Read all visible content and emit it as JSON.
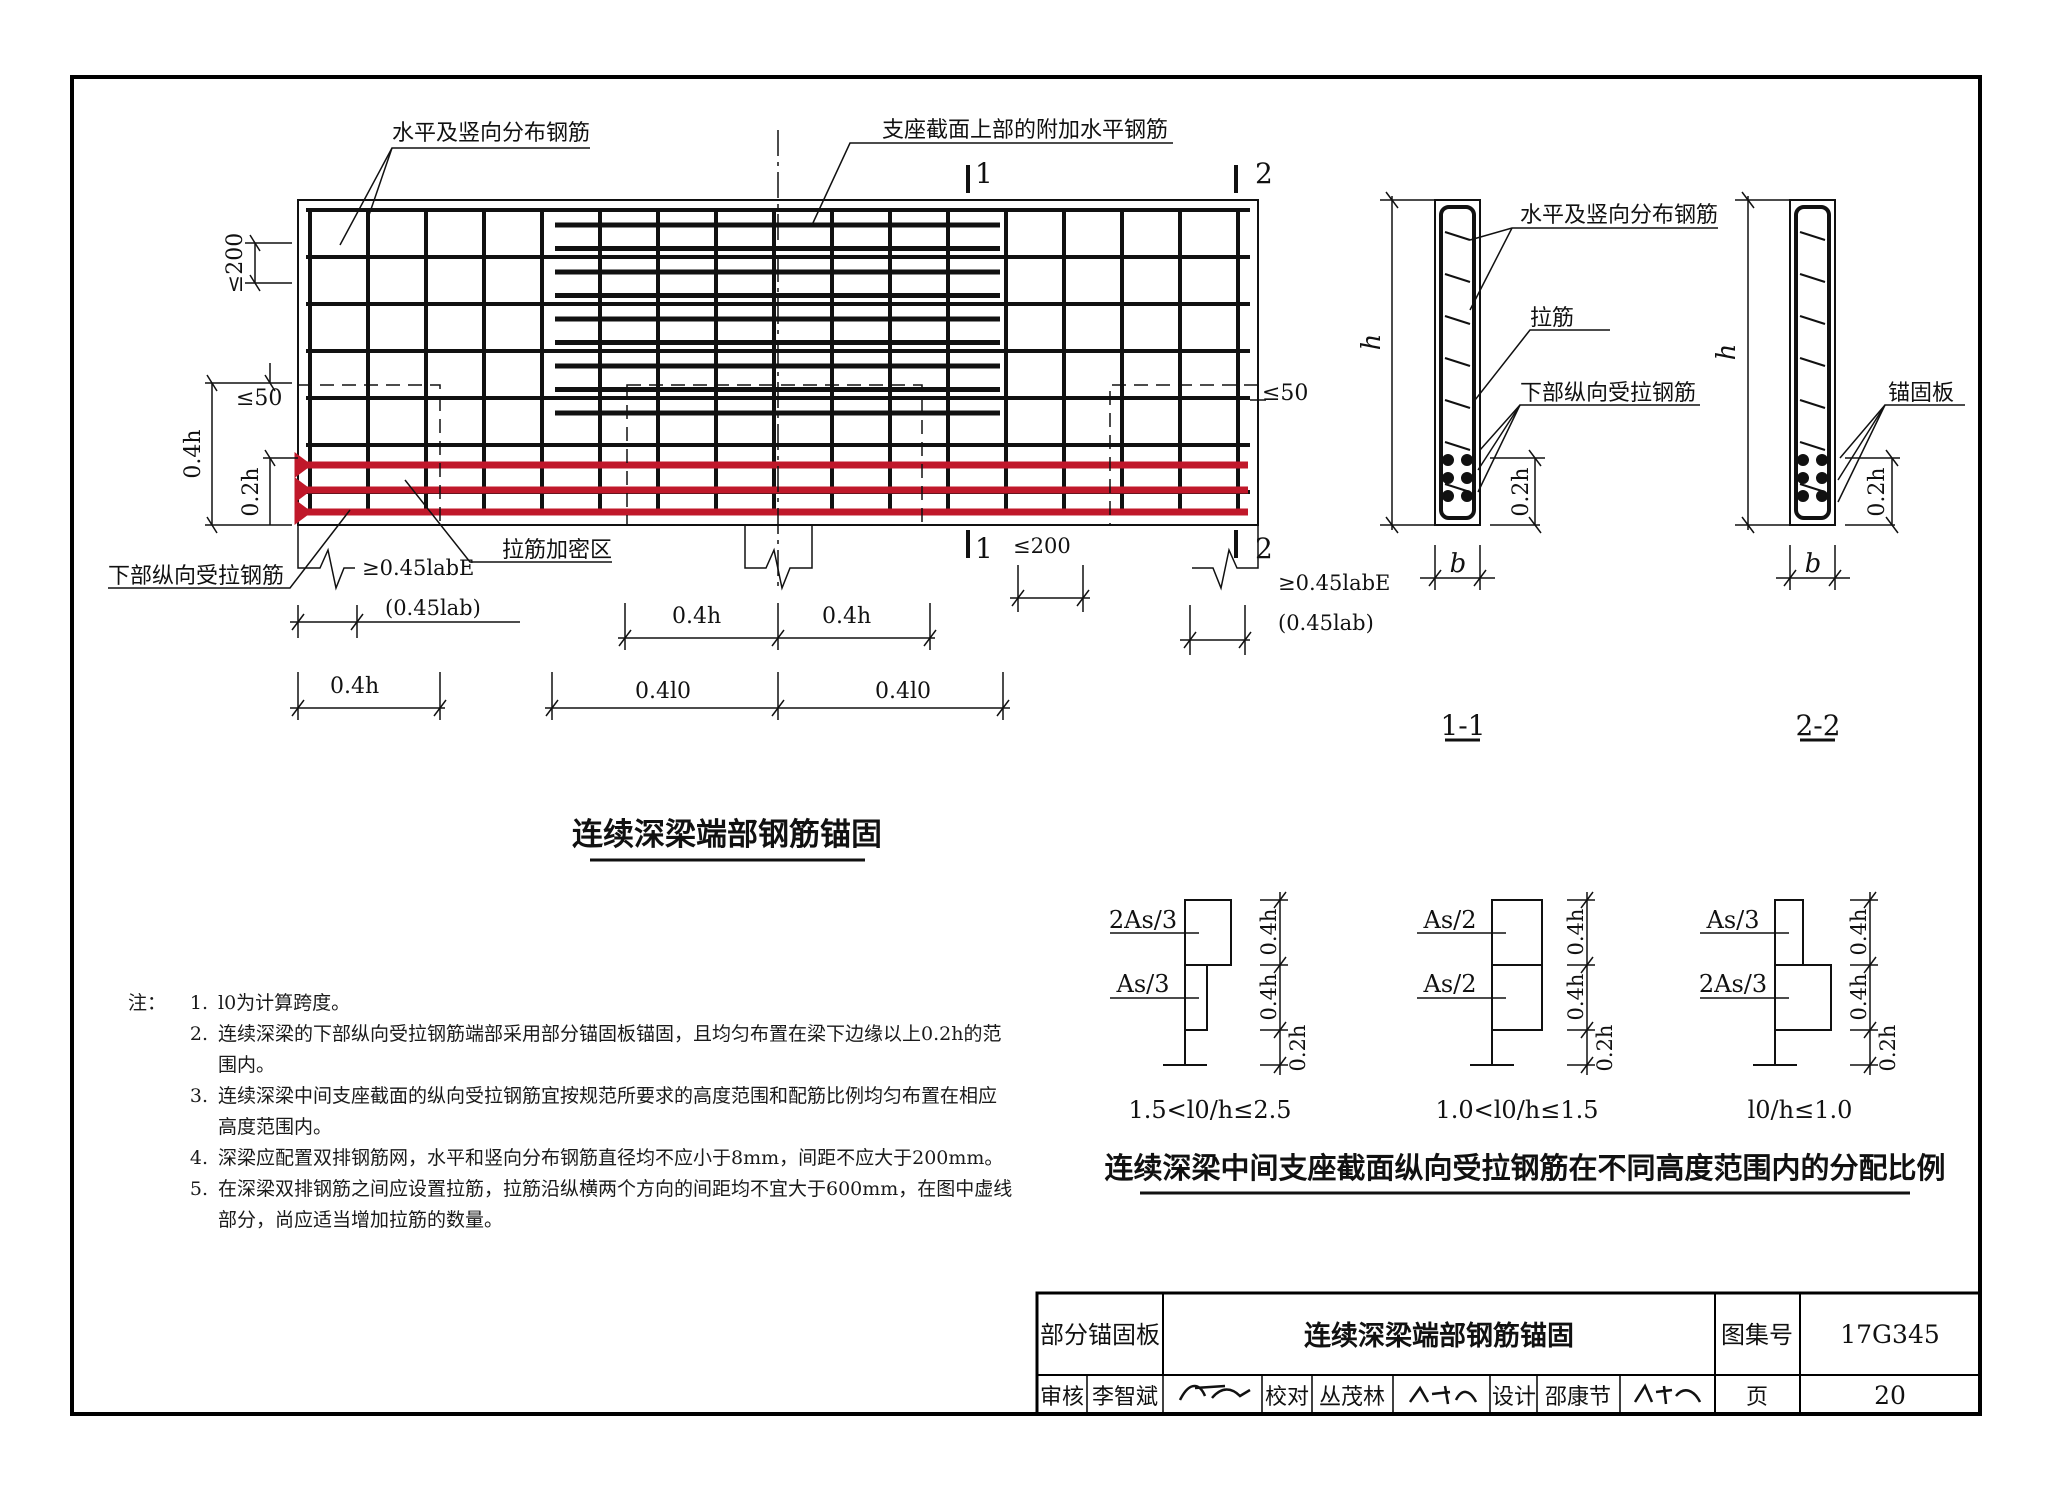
{
  "labels": {
    "dist_bars": "水平及竖向分布钢筋",
    "support_top_bars": "支座截面上部的附加水平钢筋",
    "bottom_tension_bars": "下部纵向受拉钢筋",
    "tie_dense_zone": "拉筋加密区",
    "tie_bars": "拉筋",
    "anchor_plate": "锚固板",
    "sec1": "1",
    "sec2": "2",
    "le200_top": "≤200",
    "le50_left": "≤50",
    "le50_right": "≤50",
    "h04": "0.4h",
    "h02": "0.2h",
    "anch_labE": "≥0.45labE",
    "anch_lab": "(0.45lab)",
    "dim_04h_left": "0.4h",
    "dim_04h_mid_l": "0.4h",
    "dim_04h_mid_r": "0.4h",
    "dim_04l0_l": "0.4l0",
    "dim_04l0_r": "0.4l0",
    "le200_bottom": "≤200",
    "h": "h",
    "b": "b",
    "sec_title_1": "1-1",
    "sec_title_2": "2-2"
  },
  "main_title": "连续深梁端部钢筋锚固",
  "ratio": {
    "title": "连续深梁中间支座截面纵向受拉钢筋在不同高度范围内的分配比例",
    "cases": [
      {
        "upper": "2As/3",
        "lower": "As/3",
        "cond": "1.5<l0/h≤2.5"
      },
      {
        "upper": "As/2",
        "lower": "As/2",
        "cond": "1.0<l0/h≤1.5"
      },
      {
        "upper": "As/3",
        "lower": "2As/3",
        "cond": "l0/h≤1.0"
      }
    ],
    "dim_04h": "0.4h",
    "dim_02h": "0.2h"
  },
  "notes": {
    "head": "注：",
    "items": [
      {
        "num": "1.",
        "text": "l0为计算跨度。"
      },
      {
        "num": "2.",
        "text": "连续深梁的下部纵向受拉钢筋端部采用部分锚固板锚固，且均匀布置在梁下边缘以上0.2h的范",
        "cont": "围内。"
      },
      {
        "num": "3.",
        "text": "连续深梁中间支座截面的纵向受拉钢筋宜按规范所要求的高度范围和配筋比例均匀布置在相应",
        "cont": "高度范围内。"
      },
      {
        "num": "4.",
        "text": "深梁应配置双排钢筋网，水平和竖向分布钢筋直径均不应小于8mm，间距不应大于200mm。"
      },
      {
        "num": "5.",
        "text": "在深梁双排钢筋之间应设置拉筋，拉筋沿纵横两个方向的间距均不宜大于600mm，在图中虚线",
        "cont": "部分，尚应适当增加拉筋的数量。"
      }
    ]
  },
  "titleblock": {
    "category": "部分锚固板",
    "title": "连续深梁端部钢筋锚固",
    "atlas_label": "图集号",
    "atlas_no": "17G345",
    "review_label": "审核",
    "reviewer": "李智斌",
    "check_label": "校对",
    "checker": "丛茂林",
    "design_label": "设计",
    "designer": "邵康节",
    "page_label": "页",
    "page_no": "20"
  },
  "colors": {
    "line": "#111111",
    "tension_bar": "#c0182a",
    "border": "#000000"
  }
}
